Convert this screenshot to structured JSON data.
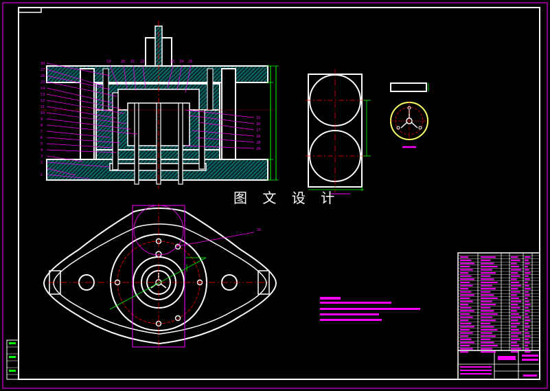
{
  "watermark": "图 文 设 计",
  "balloon_labels": {
    "top": [
      "19",
      "20",
      "21",
      "22",
      "23",
      "24",
      "25"
    ],
    "left": [
      "30",
      "27",
      "26",
      "23",
      "14",
      "13",
      "12",
      "11",
      "10",
      "9",
      "8",
      "7",
      "6",
      "5",
      "4",
      "3",
      "2",
      "1"
    ],
    "right": [
      "15",
      "16",
      "17",
      "18",
      "28",
      "29"
    ],
    "plan_leader": "31"
  },
  "colors": {
    "background": "#000000",
    "border": "#ffffff",
    "magenta": "#ff00ff",
    "green": "#00ff00",
    "red": "#ff0000",
    "yellow": "#ffff66",
    "hatch": "#00c0c0"
  }
}
